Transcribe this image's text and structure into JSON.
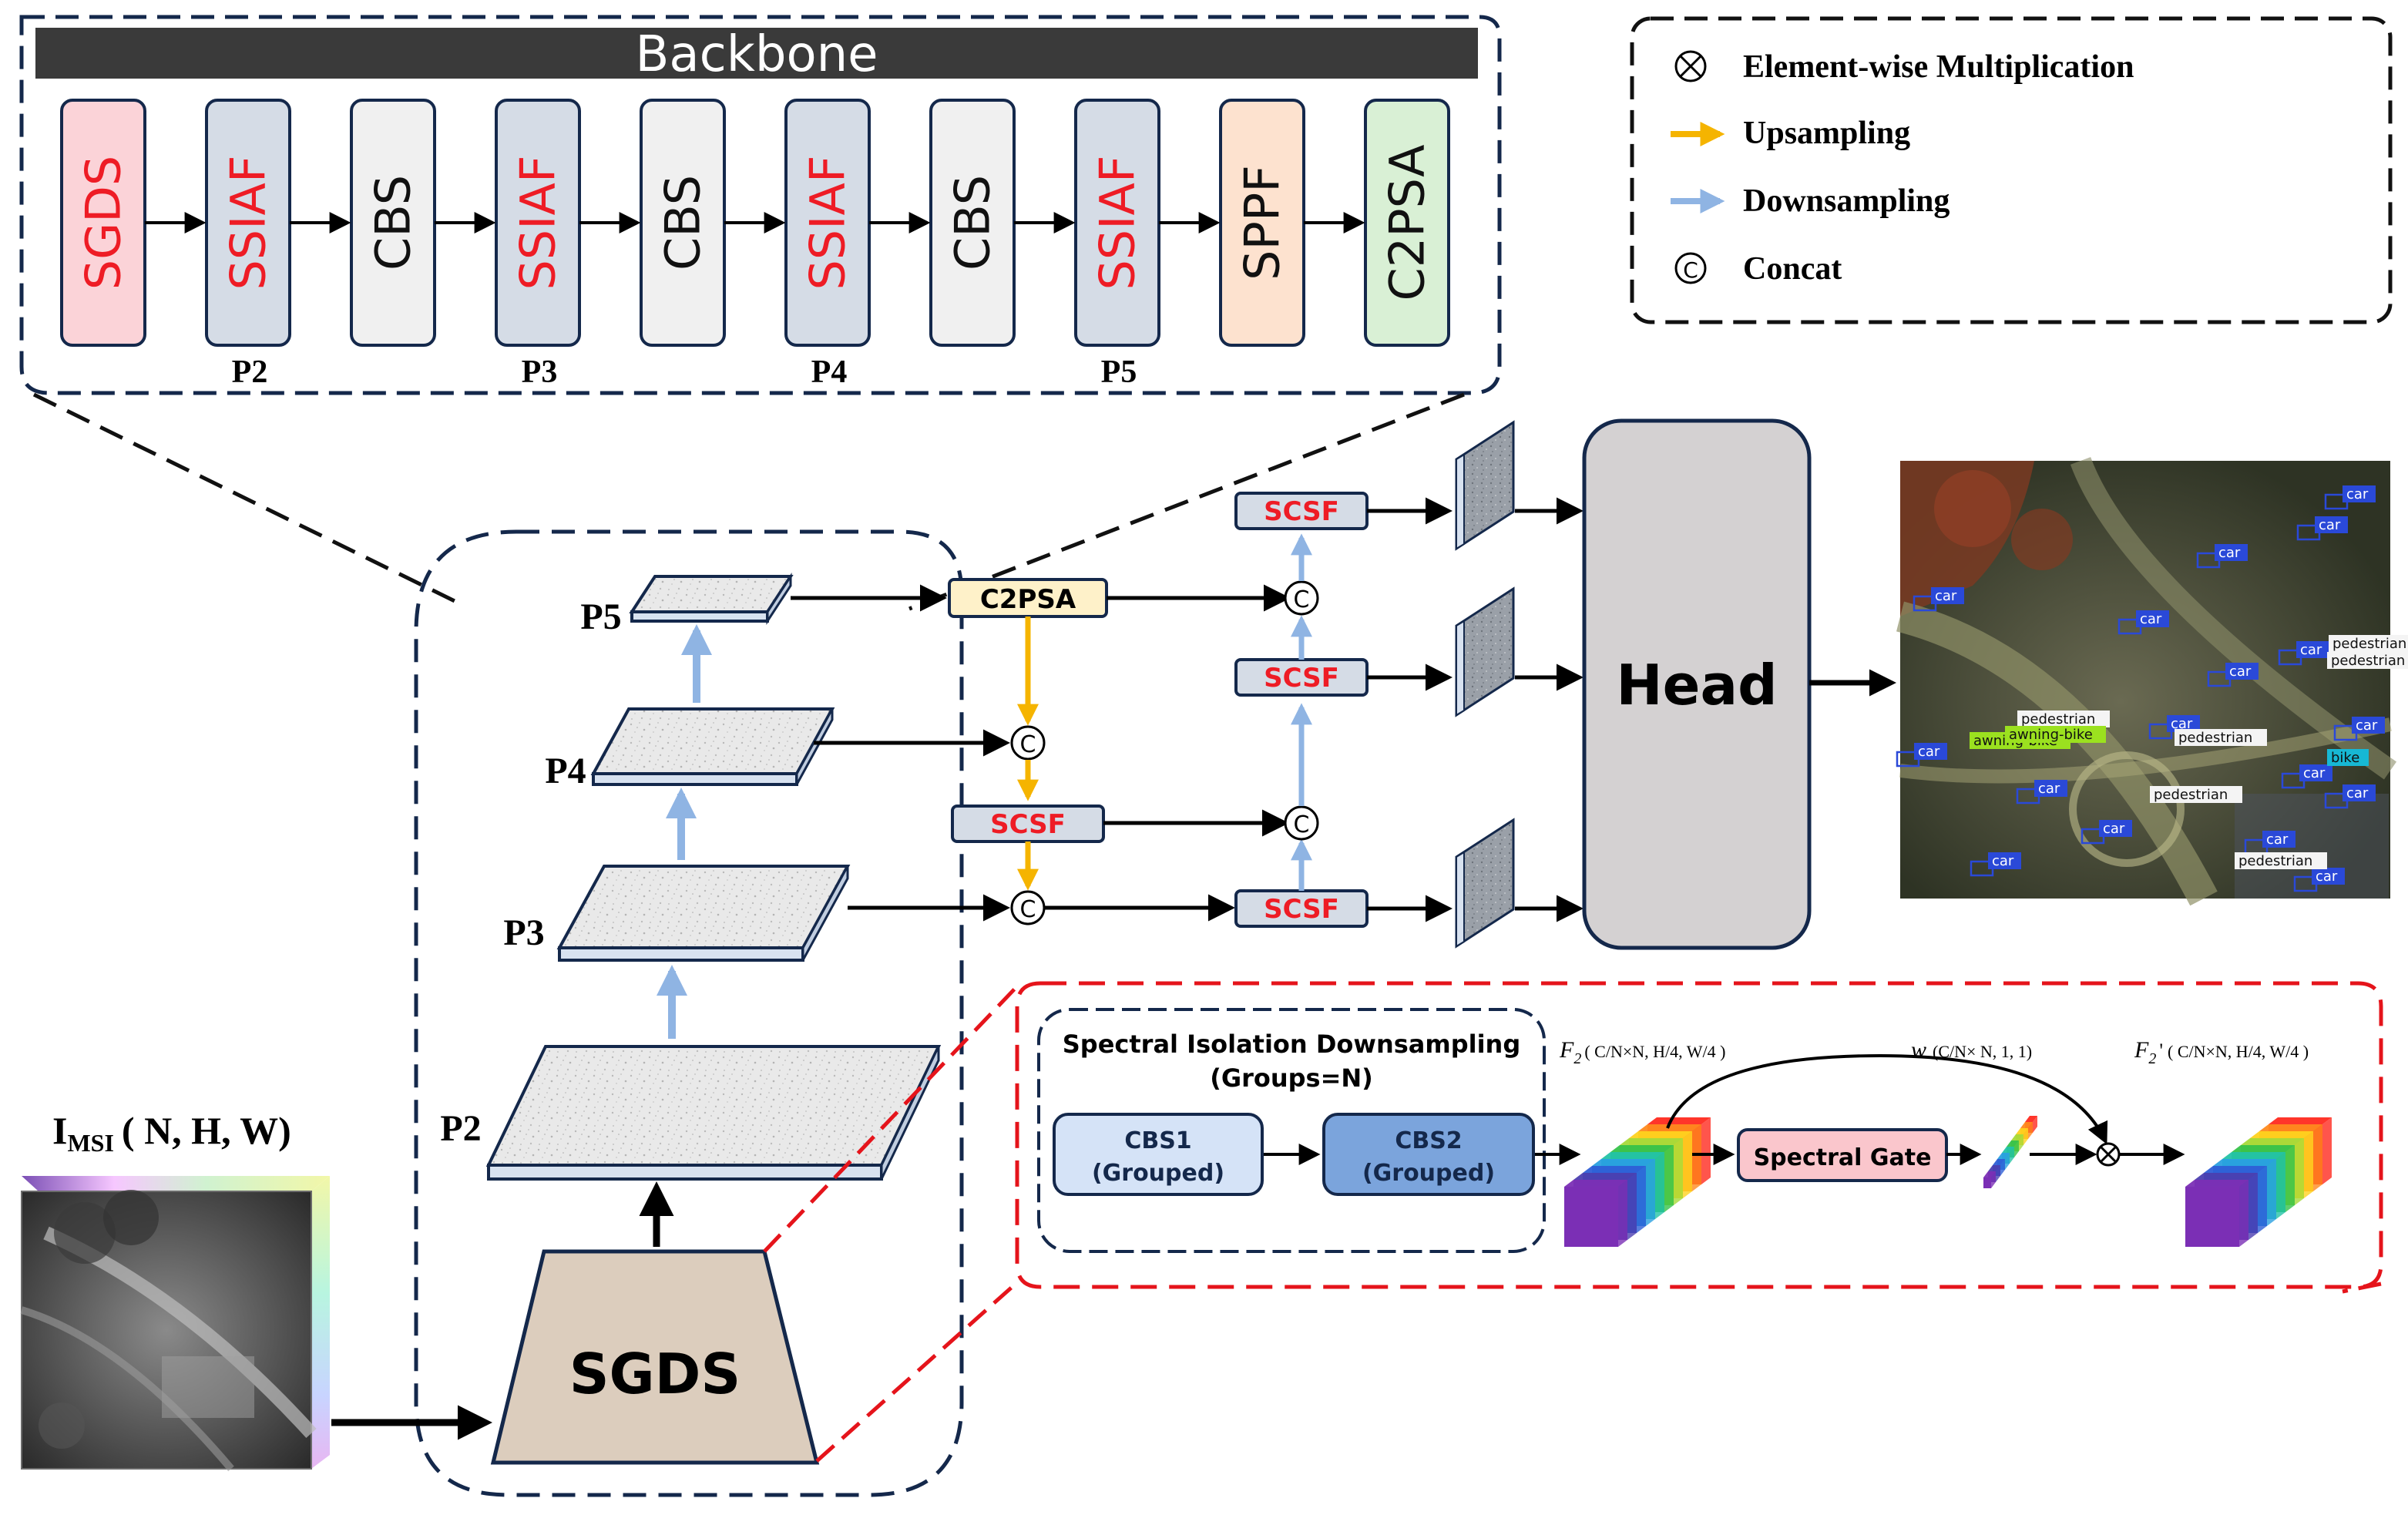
{
  "backbone": {
    "title": "Backbone",
    "blocks": [
      {
        "label": "SGDS",
        "fill": "#fbd3d8",
        "text_color": "#ee1c25"
      },
      {
        "label": "SSIAF",
        "fill": "#d5dce6",
        "text_color": "#ee1c25"
      },
      {
        "label": "CBS",
        "fill": "#f0f0f0",
        "text_color": "#111111"
      },
      {
        "label": "SSIAF",
        "fill": "#d5dce6",
        "text_color": "#ee1c25"
      },
      {
        "label": "CBS",
        "fill": "#f0f0f0",
        "text_color": "#111111"
      },
      {
        "label": "SSIAF",
        "fill": "#d5dce6",
        "text_color": "#ee1c25"
      },
      {
        "label": "CBS",
        "fill": "#f0f0f0",
        "text_color": "#111111"
      },
      {
        "label": "SSIAF",
        "fill": "#d5dce6",
        "text_color": "#ee1c25"
      },
      {
        "label": "SPPF",
        "fill": "#fde2cf",
        "text_color": "#111111"
      },
      {
        "label": "C2PSA",
        "fill": "#d9f0d5",
        "text_color": "#111111"
      }
    ],
    "stage_labels": [
      "P2",
      "P3",
      "P4",
      "P5"
    ]
  },
  "legend": {
    "multiply_label": "Element-wise Multiplication",
    "upsampling_label": "Upsampling",
    "downsampling_label": "Downsampling",
    "concat_label": "Concat",
    "concat_symbol": "C",
    "upsampling_color": "#f5b400",
    "downsampling_color": "#8fb4e3"
  },
  "pyramid": {
    "levels": [
      "P5",
      "P4",
      "P3",
      "P2"
    ],
    "sgds_label": "SGDS"
  },
  "neck": {
    "c2psa_label": "C2PSA",
    "scsf_label": "SCSF",
    "concat_symbol": "C"
  },
  "head": {
    "label": "Head"
  },
  "input": {
    "main": "I",
    "subscript": "MSI",
    "dims": "( N, H, W)"
  },
  "sgds_detail": {
    "title_line1": "Spectral Isolation Downsampling",
    "title_line2": "(Groups=N)",
    "cbs1_line1": "CBS1",
    "cbs1_line2": "(Grouped)",
    "cbs2_line1": "CBS2",
    "cbs2_line2": "(Grouped)",
    "f2_symbol": "F",
    "f2_sub": "2",
    "f2_dims": "( C/N×N, H/4, W/4 )",
    "w_symbol": "w",
    "w_dims": "(C/N× N, 1, 1)",
    "f2p_symbol": "F",
    "f2p_sub": "2",
    "f2p_prime": "'",
    "f2p_dims": "( C/N×N, H/4, W/4 )",
    "gate_label": "Spectral Gate"
  },
  "detections": {
    "labels": [
      "car",
      "car",
      "car",
      "car",
      "car",
      "car",
      "car",
      "car",
      "car",
      "car",
      "car",
      "car",
      "car",
      "car",
      "car",
      "car",
      "car",
      "pedestrian",
      "pedestrian",
      "pedestrian",
      "pedestrian",
      "pedestrian",
      "pedestrian",
      "awning-bike",
      "awning-bike",
      "bike"
    ]
  }
}
